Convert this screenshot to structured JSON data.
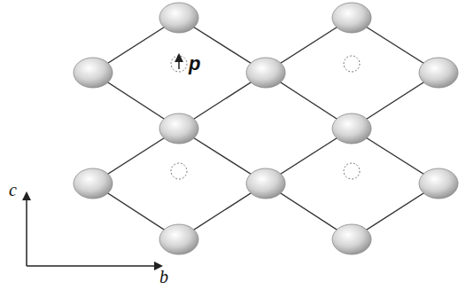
{
  "diagram": {
    "labels": [
      "p",
      "c",
      "b"
    ]
  }
}
